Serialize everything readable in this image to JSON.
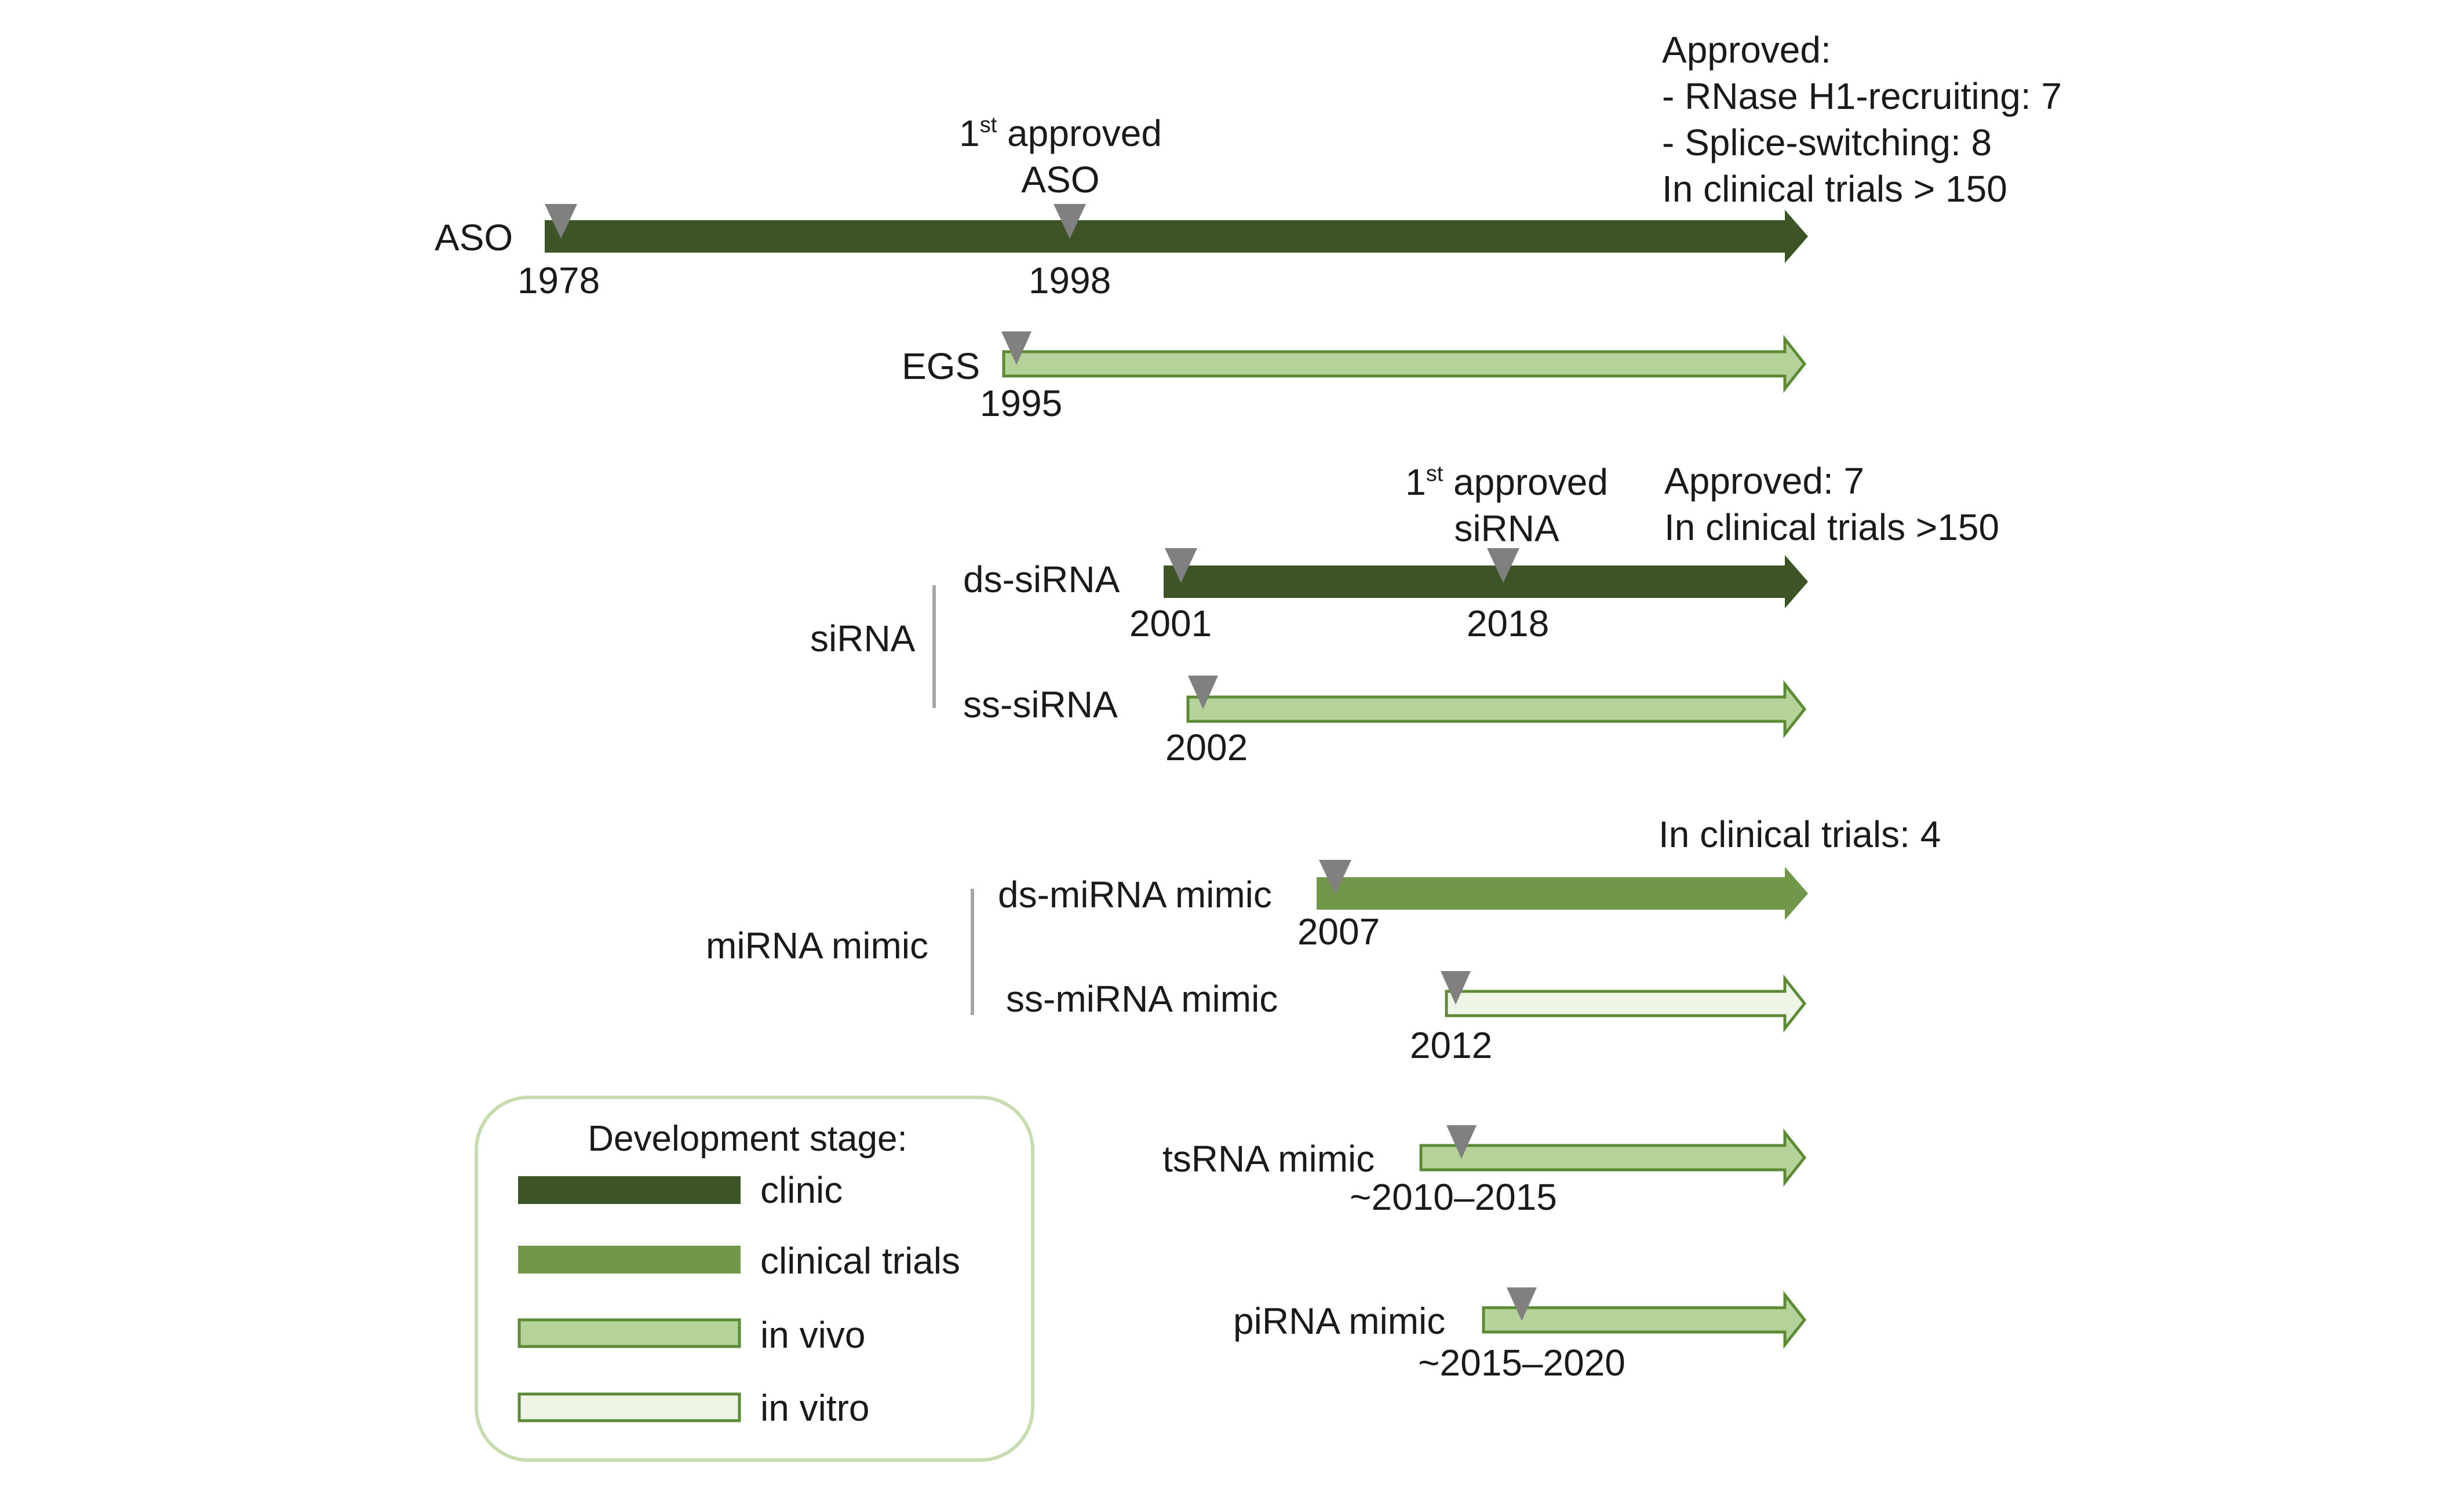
{
  "colors": {
    "clinic": "#3d5426",
    "clinical_trials": "#72964a",
    "in_vivo": "#b5d29a",
    "in_vitro": "#eef4e6",
    "outline": "#5c8a36",
    "marker": "#808080",
    "bracket": "#a6a6a6",
    "legend_border": "#c7dcb0"
  },
  "timelines": {
    "aso": {
      "label": "ASO",
      "stage": "clinic",
      "start_year": "1978",
      "milestone_year": "1998",
      "milestone_sup": "st",
      "milestone_line1": "1",
      "milestone_line1b": " approved",
      "milestone_line2": "ASO"
    },
    "egs": {
      "label": "EGS",
      "stage": "in_vivo",
      "start_year": "1995"
    },
    "ds_sirna": {
      "label": "ds-siRNA",
      "stage": "clinic",
      "start_year": "2001",
      "milestone_year": "2018",
      "milestone_sup": "st",
      "milestone_line1": "1",
      "milestone_line1b": " approved",
      "milestone_line2": "siRNA"
    },
    "ss_sirna": {
      "label": "ss-siRNA",
      "stage": "in_vivo",
      "start_year": "2002"
    },
    "ds_mirna": {
      "label": "ds-miRNA mimic",
      "stage": "clinical_trials",
      "start_year": "2007"
    },
    "ss_mirna": {
      "label": "ss-miRNA mimic",
      "stage": "in_vitro",
      "start_year": "2012"
    },
    "tsrna": {
      "label": "tsRNA mimic",
      "stage": "in_vivo",
      "start_year": "~2010–2015"
    },
    "pirna": {
      "label": "piRNA mimic",
      "stage": "in_vivo",
      "start_year": "~2015–2020"
    }
  },
  "groups": {
    "sirna": "siRNA",
    "mirna": "miRNA mimic"
  },
  "annotations": {
    "aso": [
      "Approved:",
      "- RNase H1-recruiting: 7",
      "- Splice-switching: 8",
      "In clinical trials > 150"
    ],
    "sirna": [
      "Approved: 7",
      "In clinical trials >150"
    ],
    "mirna": [
      "In clinical trials: 4"
    ]
  },
  "legend": {
    "title": "Development stage:",
    "items": [
      {
        "stage": "clinic",
        "label": "clinic"
      },
      {
        "stage": "clinical_trials",
        "label": "clinical trials"
      },
      {
        "stage": "in_vivo",
        "label": "in vivo"
      },
      {
        "stage": "in_vitro",
        "label": "in vitro"
      }
    ]
  }
}
